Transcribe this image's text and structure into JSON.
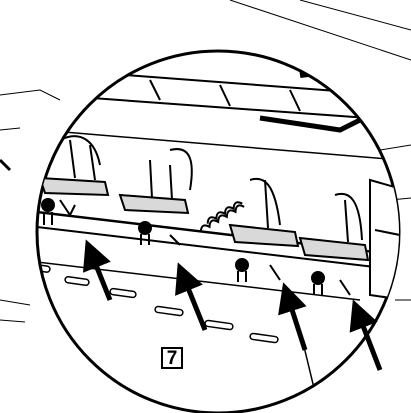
{
  "figure": {
    "step_number": "7",
    "colors": {
      "line": "#000000",
      "background": "#ffffff",
      "shade": "#d9d9d9"
    },
    "callout_arrows": [
      "pointer-arrow",
      "pointer-arrow",
      "pointer-arrow",
      "pointer-arrow"
    ],
    "components": [
      "burner-igniter-assembly",
      "burner-igniter-assembly",
      "burner-igniter-assembly",
      "burner-igniter-assembly",
      "spring",
      "tube-handle"
    ]
  }
}
